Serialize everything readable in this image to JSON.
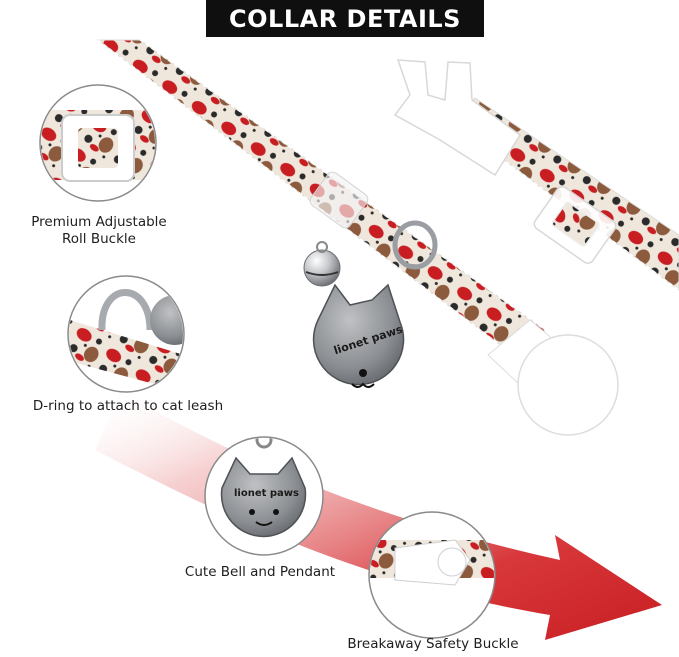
{
  "title": "COLLAR DETAILS",
  "features": [
    {
      "label_line1": "Premium Adjustable",
      "label_line2": "Roll Buckle"
    },
    {
      "label_line1": "D-ring to attach to cat leash"
    },
    {
      "label_line1": "Cute Bell and Pendant"
    },
    {
      "label_line1": "Breakaway Safety Buckle"
    }
  ],
  "pendant_text": "lionet paws",
  "colors": {
    "accent_red": "#c81e22",
    "fabric_cream": "#efe6dc",
    "brown": "#8c5a3c",
    "title_bg": "#0f0f0f"
  }
}
